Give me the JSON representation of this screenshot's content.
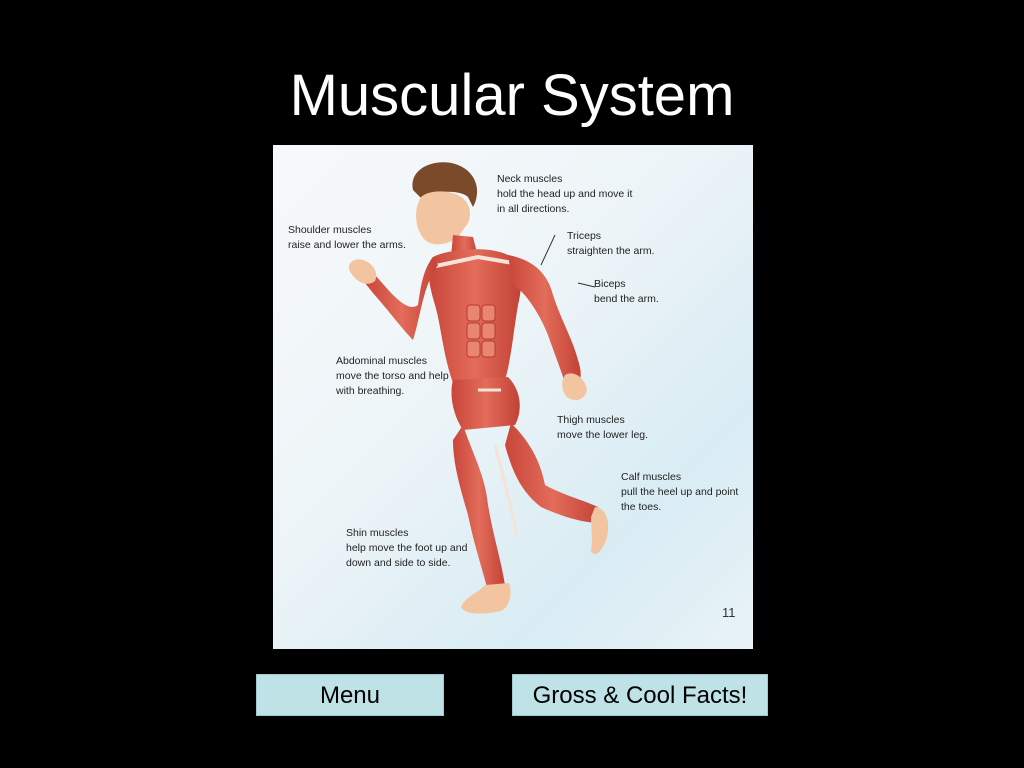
{
  "slide": {
    "title": "Muscular System"
  },
  "figure": {
    "labels": {
      "neck": {
        "name": "Neck muscles",
        "line1": "hold the head up and move it",
        "line2": "in all directions."
      },
      "shoulder": {
        "name": "Shoulder muscles",
        "line1": "raise and lower the arms."
      },
      "triceps": {
        "name": "Triceps",
        "line1": "straighten the arm."
      },
      "biceps": {
        "name": "Biceps",
        "line1": "bend the arm."
      },
      "abdominal": {
        "name": "Abdominal muscles",
        "line1": "move the torso and help",
        "line2": "with breathing."
      },
      "thigh": {
        "name": "Thigh muscles",
        "line1": "move the lower leg."
      },
      "calf": {
        "name": "Calf muscles",
        "line1": "pull the heel up and point",
        "line2": "the toes."
      },
      "shin": {
        "name": "Shin muscles",
        "line1": "help move the foot up and",
        "line2": "down and side to side."
      }
    },
    "page_number": "11"
  },
  "buttons": {
    "menu": "Menu",
    "facts": "Gross & Cool Facts!"
  },
  "colors": {
    "background": "#000000",
    "button_bg": "#bfe2e6",
    "muscle": "#d9574a"
  }
}
